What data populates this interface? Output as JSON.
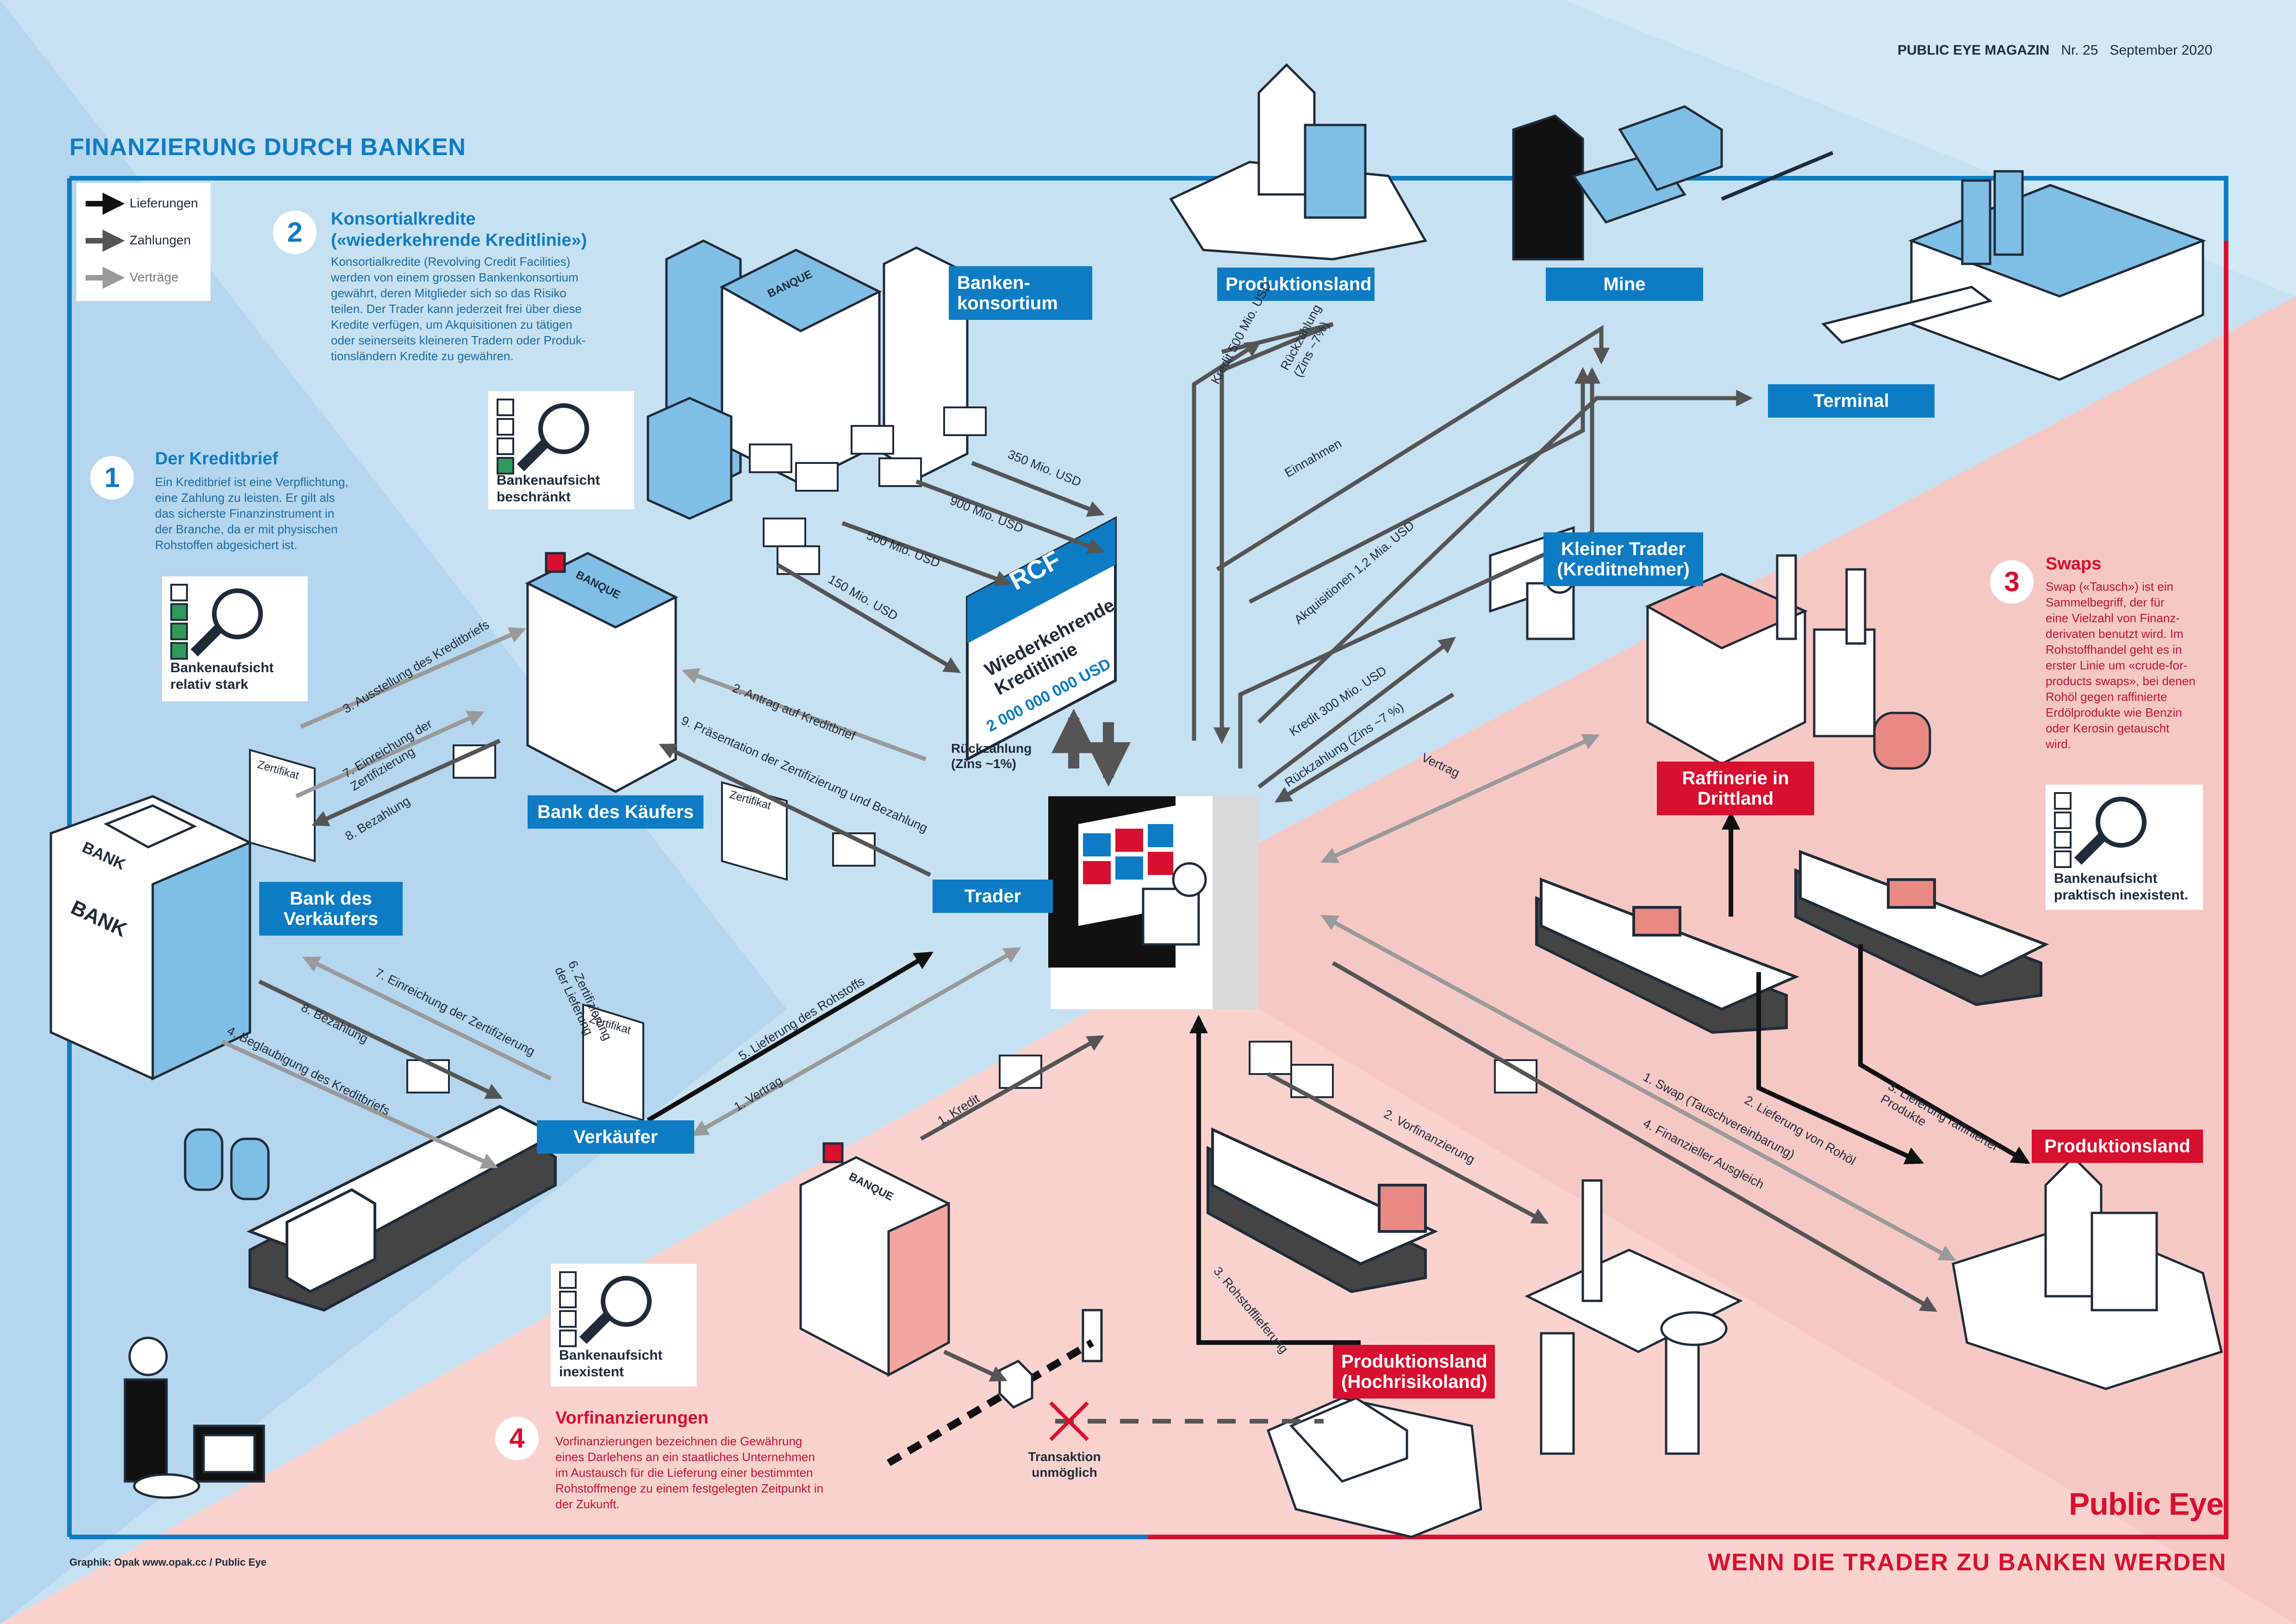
{
  "header": {
    "magazine": "PUBLIC EYE MAGAZIN",
    "issue": "Nr. 25",
    "date": "September 2020"
  },
  "main_title": "FINANZIERUNG DURCH BANKEN",
  "footer": {
    "credit": "Graphik: Opak www.opak.cc / Public Eye",
    "brand": "Public Eye",
    "slogan": "WENN DIE TRADER ZU BANKEN WERDEN"
  },
  "legend": {
    "items": [
      {
        "label": "Lieferungen",
        "color": "#111111"
      },
      {
        "label": "Zahlungen",
        "color": "#555555"
      },
      {
        "label": "Verträge",
        "color": "#9a9a9a"
      }
    ]
  },
  "sections": {
    "s1": {
      "number": "1",
      "title": "Der Kreditbrief",
      "text": "Ein Kreditbrief ist eine Verpflichtung,\neine Zahlung zu leisten. Er gilt als\ndas sicherste Finanzinstrument in\nder Branche, da er mit physischen\nRohstoffen abgesichert ist."
    },
    "s2": {
      "number": "2",
      "title_line1": "Konsortialkredite",
      "title_line2": "(«wiederkehrende Kreditlinie»)",
      "text": "Konsortialkredite (Revolving Credit Facilities)\nwerden von einem grossen Bankenkonsortium\ngewährt, deren Mitglieder sich so das Risiko\nteilen. Der Trader kann jederzeit frei über diese\nKredite verfügen, um Akquisitionen zu tätigen\noder seinerseits kleineren Tradern oder Produk-\ntionsländern Kredite zu gewähren."
    },
    "s3": {
      "number": "3",
      "title": "Swaps",
      "text": "Swap («Tausch») ist ein\nSammelbegriff, der für\neine Vielzahl von Finanz-\nderivaten benutzt wird. Im\nRohstoffhandel geht es in\nerster Linie um «crude-for-\nproducts swaps», bei denen\nRohöl gegen raffinierte\nErdölprodukte wie Benzin\noder Kerosin getauscht\nwird."
    },
    "s4": {
      "number": "4",
      "title": "Vorfinanzierungen",
      "text": "Vorfinanzierungen bezeichnen die Gewährung\neines Darlehens an ein staatliches Unternehmen\nim Austausch für die Lieferung einer bestimmten\nRohstoffmenge zu einem festgelegten Zeitpunkt in\nder Zukunft."
    }
  },
  "supervision": {
    "sup1": {
      "text": "Bankenaufsicht\nrelativ stark",
      "level": 3
    },
    "sup2": {
      "text": "Bankenaufsicht\nbeschränkt",
      "level": 1
    },
    "sup3": {
      "text": "Bankenaufsicht\npraktisch inexistent.",
      "level": 0
    },
    "sup4": {
      "text": "Bankenaufsicht\ninexistent",
      "level": 0
    }
  },
  "labels": {
    "bankenkonsortium": "Banken-\nkonsortium",
    "produktionsland_top": "Produktionsland",
    "mine": "Mine",
    "terminal": "Terminal",
    "kleiner_trader": "Kleiner Trader\n(Kreditnehmer)",
    "bank_kaeufer": "Bank des Käufers",
    "bank_verkaeufer": "Bank des\nVerkäufers",
    "trader": "Trader",
    "verkaeufer": "Verkäufer",
    "raffinerie": "Raffinerie in\nDrittland",
    "produktionsland_right": "Produktionsland",
    "produktionsland_hr": "Produktionsland\n(Hochrisikoland)",
    "transaktion": "Transaktion\nunmöglich"
  },
  "rcf": {
    "title": "RCF",
    "subtitle": "Wiederkehrende\nKreditlinie",
    "amount": "2 000 000 000 USD",
    "repay": "Rückzahlung\n(Zins ~1%)"
  },
  "building_signs": {
    "banque": "BANQUE",
    "bank": "BANK",
    "zertifikat": "Zertifikat"
  },
  "flows": {
    "f350": "350 Mio. USD",
    "f900": "900 Mio. USD",
    "f500": "500 Mio. USD",
    "f150": "150 Mio. USD",
    "kredit500": "Kredit 500 Mio. USD",
    "rueck7a": "Rückzahlung\n(Zins ~7%)",
    "einnahmen": "Einnahmen",
    "akquisitionen": "Akquisitionen 1,2 Mia. USD",
    "kredit300": "Kredit 300 Mio. USD",
    "rueck7b": "Rückzahlung (Zins ~7 %)",
    "vertrag_right": "Vertrag",
    "lc3": "3. Ausstellung des Kreditbriefs",
    "lc7a": "7. Einreichung der\nZertifizierung",
    "lc8a": "8. Bezahlung",
    "lc2": "2. Antrag auf Kreditbrief",
    "lc9": "9. Präsentation der Zertifizierung und Bezahlung",
    "lc7b": "7. Einreichung der Zertifizierung",
    "lc6": "6. Zertifizierung\nder Lieferung",
    "lc8b": "8. Bezahlung",
    "lc4": "4. Beglaubigung des Kreditbriefs",
    "lc5": "5. Lieferung des Rohstoffs",
    "lc1": "1. Vertrag",
    "pf1": "1. Kredit",
    "pf2": "2. Vorfinanzierung",
    "pf3": "3. Rohstofflieferung",
    "sw1": "1. Swap (Tauschvereinbarung)",
    "sw2": "2. Lieferung von Rohöl",
    "sw3": "3. Lieferung raffinierter\nProdukte",
    "sw4": "4. Finanzieller Ausgleich"
  },
  "colors": {
    "blue_bg": "#c6e1f2",
    "pink_bg": "#f6c8c4",
    "accent_blue": "#0e7cc4",
    "accent_red": "#d8102f"
  }
}
